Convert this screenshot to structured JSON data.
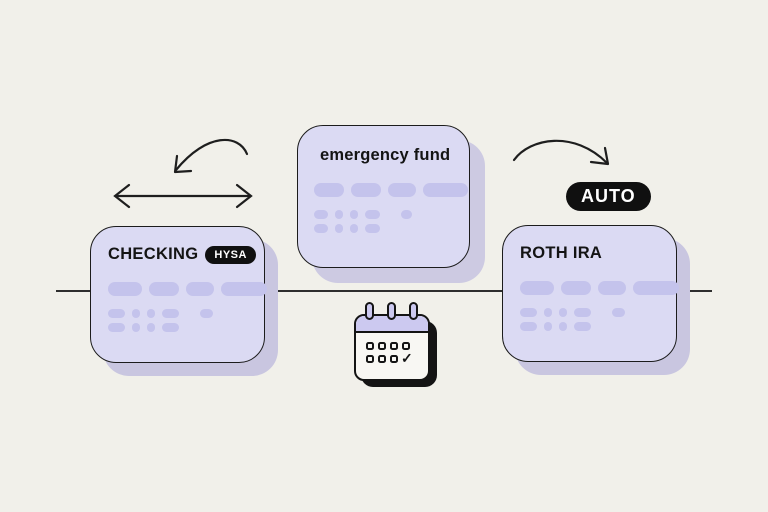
{
  "colors": {
    "background": "#f1f0ea",
    "card_fill": "#dbdaf3",
    "card_border": "#1c1c1c",
    "card_shadow": "#c9c6e0",
    "pill": "#c4c3ec",
    "badge_bg": "#101010",
    "badge_text": "#ffffff",
    "baseline": "#2e2e2e",
    "calendar_header": "#ccc9f0"
  },
  "diagram": {
    "checking_card": {
      "title": "CHECKING",
      "badge": "HYSA"
    },
    "emergency_card": {
      "title": "emergency fund"
    },
    "roth_card": {
      "title": "ROTH IRA"
    },
    "auto_badge": {
      "label": "AUTO"
    },
    "calendar": {
      "check_glyph": "✓"
    }
  }
}
